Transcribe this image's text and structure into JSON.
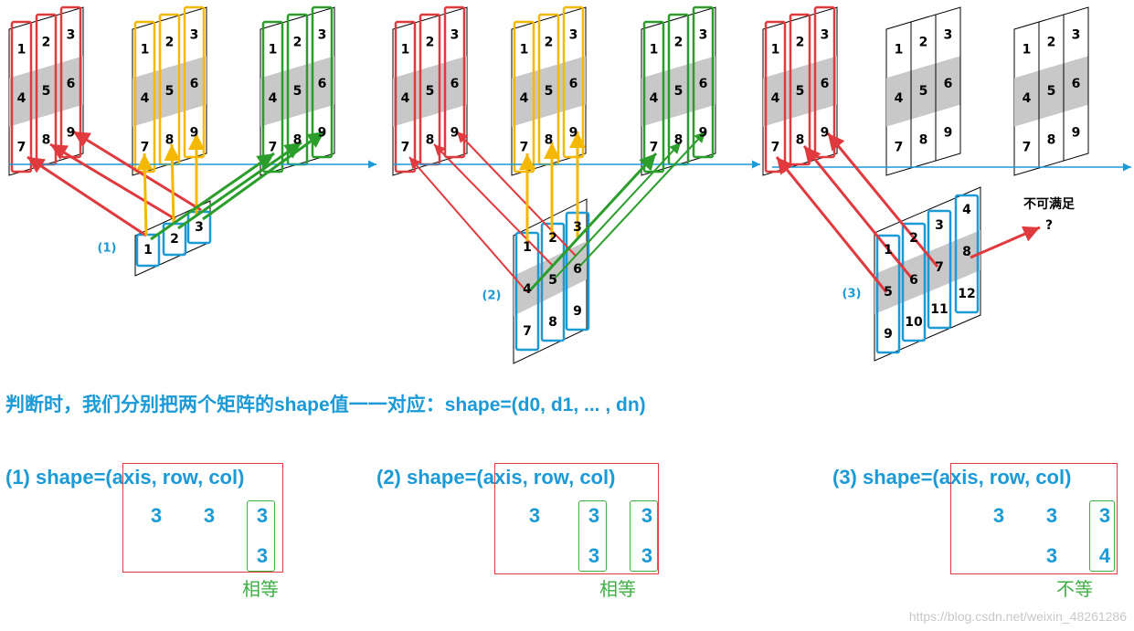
{
  "diagram": {
    "case_labels": [
      "(1)",
      "(2)",
      "(3)"
    ],
    "matrix_a_values": [
      [
        "1",
        "4",
        "7"
      ],
      [
        "2",
        "5",
        "8"
      ],
      [
        "3",
        "6",
        "9"
      ]
    ],
    "case3_matrix_b_values": [
      [
        "1",
        "5",
        "9"
      ],
      [
        "2",
        "6",
        "10"
      ],
      [
        "3",
        "7",
        "11"
      ],
      [
        "4",
        "8",
        "12"
      ]
    ],
    "unsatisfiable_note": "不可满足",
    "question_mark": "?"
  },
  "description": "判断时，我们分别把两个矩阵的shape值一一对应：shape=(d0, d1, ... , dn)",
  "cases": [
    {
      "title": "(1) shape=(axis, row, col)",
      "row1": [
        "3",
        "3",
        "3"
      ],
      "row2": [
        "",
        "",
        "3"
      ],
      "verdict": "相等"
    },
    {
      "title": "(2) shape=(axis, row, col)",
      "row1": [
        "3",
        "3",
        "3"
      ],
      "row2": [
        "",
        "3",
        "3"
      ],
      "verdict": "相等"
    },
    {
      "title": "(3) shape=(axis, row, col)",
      "row1": [
        "3",
        "3",
        "3"
      ],
      "row2": [
        "",
        "3",
        "4"
      ],
      "verdict": "不等"
    }
  ],
  "watermark": "https://blog.csdn.net/weixin_48261286",
  "colors": {
    "red": "#e0393e",
    "yellow": "#f5b800",
    "green": "#2a9d2a",
    "blue": "#1b9ad6",
    "gray": "#c8c8c8"
  }
}
